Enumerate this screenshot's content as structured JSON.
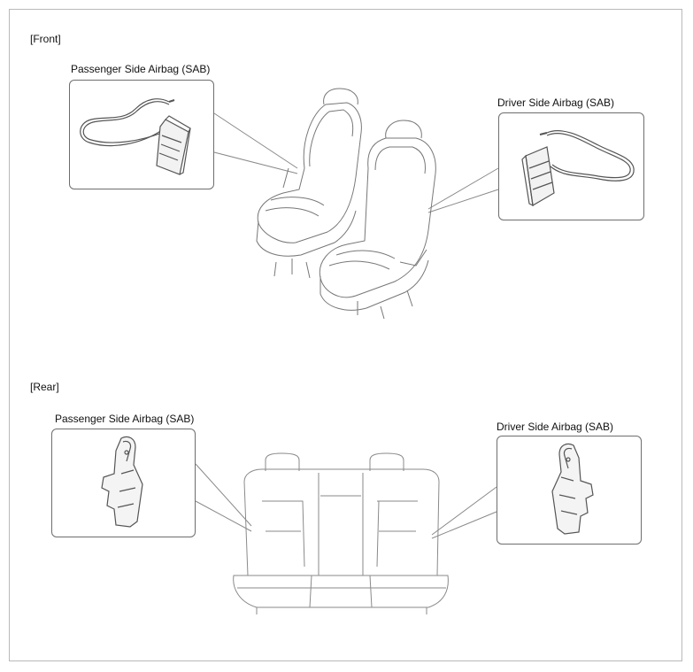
{
  "front": {
    "heading": "[Front]",
    "left_callout": {
      "title": "Passenger Side Airbag (SAB)",
      "part": "seat-airbag-module-with-harness-icon"
    },
    "right_callout": {
      "title": "Driver Side Airbag (SAB)",
      "part": "seat-airbag-module-with-harness-icon"
    },
    "illustration": "front-seats-icon"
  },
  "rear": {
    "heading": "[Rear]",
    "left_callout": {
      "title": "Passenger Side Airbag (SAB)",
      "part": "rear-side-airbag-module-icon"
    },
    "right_callout": {
      "title": "Driver Side Airbag (SAB)",
      "part": "rear-side-airbag-module-icon"
    },
    "illustration": "rear-bench-seat-icon"
  },
  "colors": {
    "frame": "#b9b9b9",
    "box_border": "#6e6e6e",
    "line_art": "#555555",
    "text": "#111111"
  }
}
